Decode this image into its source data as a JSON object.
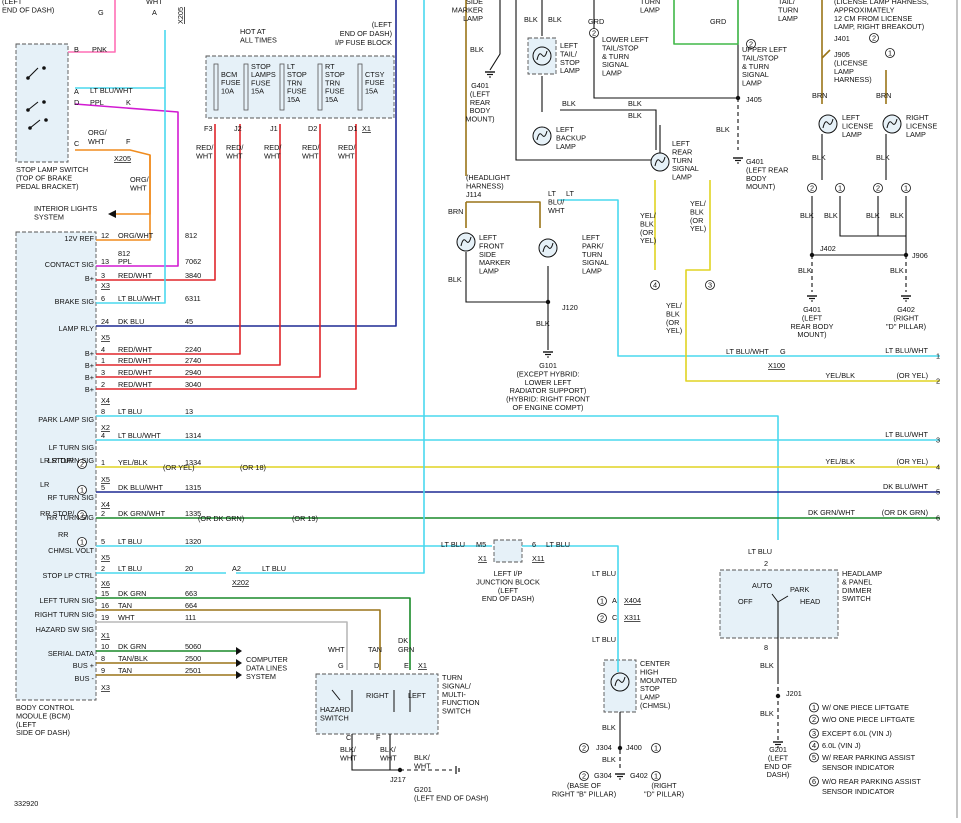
{
  "figure_id": "332920",
  "colors": {
    "red_wht": "#e0262b",
    "lt_blu": "#4ad8ee",
    "dk_blu": "#1f2a94",
    "pnk": "#ff6fb5",
    "ppl": "#d21ad2",
    "org_wht": "#f08c1e",
    "yel_blk": "#e0d422",
    "dk_grn": "#1a8a2a",
    "tan": "#9a7418",
    "wht": "#b9b9b9",
    "blk": "#111111",
    "lt_grn": "#40b848",
    "box_fill": "#e6f1f8"
  },
  "bcm": {
    "label": [
      "BODY CONTROL",
      "MODULE (BCM)",
      "(LEFT",
      "SIDE OF DASH)"
    ],
    "pins": [
      {
        "name": "12V REF",
        "pin": "12",
        "wire": "ORG/WHT",
        "circuit": "812"
      },
      {
        "name": "CONTACT SIG",
        "pin": "13",
        "wire": "PPL",
        "circuit": "7062"
      },
      {
        "name": "B+",
        "pin": "3",
        "wire": "RED/WHT",
        "circuit": "3840"
      },
      {
        "name": "BRAKE SIG",
        "pin": "6",
        "wire": "LT BLU/WHT",
        "circuit": "6311"
      },
      {
        "name": "LAMP RLY",
        "pin": "24",
        "wire": "DK BLU",
        "circuit": "45"
      },
      {
        "name": "B+",
        "pin": "4",
        "wire": "RED/WHT",
        "circuit": "2240"
      },
      {
        "name": "B+",
        "pin": "1",
        "wire": "RED/WHT",
        "circuit": "2740"
      },
      {
        "name": "B+",
        "pin": "3",
        "wire": "RED/WHT",
        "circuit": "2940"
      },
      {
        "name": "B+",
        "pin": "2",
        "wire": "RED/WHT",
        "circuit": "3040"
      },
      {
        "name": "PARK LAMP SIG",
        "pin": "8",
        "wire": "LT BLU",
        "circuit": "13"
      },
      {
        "name": "LF TURN SIG",
        "pin": "4",
        "wire": "LT BLU/WHT",
        "circuit": "1314"
      },
      {
        "name": "LR TURN SIG",
        "pin": "1",
        "wire": "YEL/BLK",
        "circuit": "1334"
      },
      {
        "name": "RF TURN SIG",
        "pin": "5",
        "wire": "DK BLU/WHT",
        "circuit": "1315"
      },
      {
        "name": "RR TURN SIG",
        "pin": "2",
        "wire": "DK GRN/WHT",
        "circuit": "1335"
      },
      {
        "name": "CHMSL VOLT",
        "pin": "5",
        "wire": "LT BLU",
        "circuit": "1320"
      },
      {
        "name": "STOP LP CTRL",
        "pin": "2",
        "wire": "LT BLU",
        "circuit": "20"
      },
      {
        "name": "LEFT TURN SIG",
        "pin": "15",
        "wire": "DK GRN",
        "circuit": "663"
      },
      {
        "name": "RIGHT TURN SIG",
        "pin": "16",
        "wire": "TAN",
        "circuit": "664"
      },
      {
        "name": "HAZARD SW SIG",
        "pin": "19",
        "wire": "WHT",
        "circuit": "111"
      },
      {
        "name": "SERIAL DATA",
        "pin": "10",
        "wire": "DK GRN",
        "circuit": "5060"
      },
      {
        "name": "BUS +",
        "pin": "8",
        "wire": "TAN/BLK",
        "circuit": "2500"
      },
      {
        "name": "BUS -",
        "pin": "9",
        "wire": "TAN",
        "circuit": "2501"
      }
    ],
    "connectors": [
      "X3",
      "X5",
      "X4",
      "X2",
      "X5",
      "X4",
      "X5",
      "X6",
      "X1",
      "X3"
    ],
    "alt_labels": {
      "lr_stop": "LR STOP/",
      "rr_stop": "RR STOP/",
      "lr": "LR",
      "rr": "RR",
      "turn_sig": "TURN SIG",
      "or_yel": "(OR YEL)",
      "or_18": "(OR 18)",
      "or_dk_grn": "(OR DK GRN)",
      "or_19": "(OR 19)"
    }
  },
  "fuse_block": {
    "title": [
      "HOT AT",
      "ALL TIMES"
    ],
    "location": [
      "(LEFT",
      "END OF DASH)",
      "I/P FUSE BLOCK"
    ],
    "fuses": [
      {
        "lines": [
          "BCM",
          "FUSE",
          "10A"
        ],
        "pin": "F3"
      },
      {
        "lines": [
          "STOP",
          "LAMPS",
          "FUSE",
          "15A"
        ],
        "pin": "J2"
      },
      {
        "lines": [
          "LT",
          "STOP",
          "TRN",
          "FUSE",
          "15A"
        ],
        "pin": "J1"
      },
      {
        "lines": [
          "RT",
          "STOP",
          "TRN",
          "FUSE",
          "15A"
        ],
        "pin": "D2"
      },
      {
        "lines": [
          "CTSY",
          "FUSE",
          "15A"
        ],
        "pin": "D1"
      }
    ],
    "connector": "X1",
    "wire": [
      "RED/",
      "WHT"
    ]
  },
  "stop_lamp_switch": {
    "label": [
      "STOP LAMP SWITCH",
      "(TOP OF BRAKE",
      "PEDAL BRACKET)"
    ],
    "pins": [
      {
        "pin": "B",
        "wire": "PNK"
      },
      {
        "pin": "A",
        "wire": "LT BLU/WHT"
      },
      {
        "pin": "D",
        "wire": "PPL",
        "to": "K"
      },
      {
        "pin": "C",
        "wire": "ORG/ WHT",
        "to": "F"
      }
    ],
    "connector": "X205",
    "top_wht": "WHT",
    "top_g": "G",
    "top_a": "A",
    "interior": [
      "INTERIOR LIGHTS",
      "SYSTEM"
    ],
    "org_wht": [
      "ORG/",
      "WHT"
    ]
  },
  "top_left_caption": [
    "(LEFT",
    "END OF DASH)"
  ],
  "front_lamps": {
    "harness": [
      "(HEADLIGHT",
      "HARNESS)",
      "J114"
    ],
    "side_marker": [
      "LEFT",
      "FRONT",
      "SIDE",
      "MARKER",
      "LAMP"
    ],
    "park_turn": [
      "LEFT",
      "PARK/",
      "TURN",
      "SIGNAL",
      "LAMP"
    ],
    "splice": "J120",
    "ground": [
      "G101",
      "(EXCEPT HYBRID:",
      "LOWER LEFT",
      "RADIATOR SUPPORT)",
      "(HYBRID: RIGHT FRONT",
      "OF ENGINE COMPT)"
    ],
    "wires": {
      "brn": "BRN",
      "blk": "BLK",
      "lt_blu_wht": [
        "LT",
        "BLU/",
        "WHT"
      ]
    }
  },
  "rear_left_lamps": {
    "side_marker_top": [
      "SIDE",
      "MARKER",
      "LAMP"
    ],
    "tail_stop": [
      "LEFT",
      "TAIL/",
      "STOP",
      "LAMP"
    ],
    "lower_left": [
      "LOWER LEFT",
      "TAIL/STOP",
      "& TURN",
      "SIGNAL",
      "LAMP"
    ],
    "upper_left": [
      "UPPER LEFT",
      "TAIL/STOP",
      "& TURN",
      "SIGNAL",
      "LAMP"
    ],
    "turn_lamp_top": [
      "TURN",
      "LAMP"
    ],
    "tail_turn_top": [
      "TAIL/",
      "TURN",
      "LAMP"
    ],
    "backup": [
      "LEFT",
      "BACKUP",
      "LAMP"
    ],
    "rear_turn": [
      "LEFT",
      "REAR",
      "TURN",
      "SIGNAL",
      "LAMP"
    ],
    "g401a": [
      "G401",
      "(LEFT",
      "REAR",
      "BODY",
      "MOUNT)"
    ],
    "g401b": [
      "G401",
      "(LEFT REAR",
      "BODY",
      "MOUNT)"
    ],
    "splice": "J405",
    "yel_blk_a": [
      "YEL/",
      "BLK",
      "(OR",
      "YEL)"
    ],
    "yel_blk_b": [
      "YEL/",
      "BLK",
      "(OR",
      "YEL)"
    ],
    "yel_blk_c": [
      "YEL/",
      "BLK",
      "(OR",
      "YEL)"
    ],
    "grd": "GRD",
    "lt_blu": "LT",
    "yel": "YEL"
  },
  "license": {
    "note": [
      "(LICENSE LAMP HARNESS,",
      "APPROXIMATELY",
      "12 CM FROM LICENSE",
      "LAMP, RIGHT BREAKOUT)"
    ],
    "j401": "J401",
    "j905": [
      "J905",
      "(LICENSE",
      "LAMP",
      "HARNESS)"
    ],
    "left": [
      "LEFT",
      "LICENSE",
      "LAMP"
    ],
    "right": [
      "RIGHT",
      "LICENSE",
      "LAMP"
    ],
    "j402": "J402",
    "j906": "J906",
    "g401": [
      "G401",
      "(LEFT",
      "REAR BODY",
      "MOUNT)"
    ],
    "g402": [
      "G402",
      "(RIGHT",
      "\"D\" PILLAR)"
    ]
  },
  "right_edge_wires": [
    {
      "text": "LT BLU/WHT",
      "num": "1"
    },
    {
      "text": "YEL/BLK",
      "alt": "(OR YEL)",
      "num": "2"
    },
    {
      "text": "LT BLU/WHT",
      "num": "3"
    },
    {
      "text": "YEL/BLK",
      "alt": "(OR YEL)",
      "num": "4"
    },
    {
      "text": "DK BLU/WHT",
      "num": "5"
    },
    {
      "text": "DK GRN/WHT",
      "alt": "(OR DK GRN)",
      "num": "6"
    }
  ],
  "x100": {
    "label": "X100",
    "pin": "G",
    "wire": "LT BLU/WHT"
  },
  "ip_junction": {
    "label": [
      "LEFT I/P",
      "JUNCTION BLOCK",
      "(LEFT",
      "END OF DASH)"
    ],
    "m5": "M5",
    "six": "6",
    "x1": "X1",
    "x11": "X11",
    "lt_blu": "LT BLU"
  },
  "x202": {
    "label": "X202",
    "pin": "A2",
    "wire": "LT BLU"
  },
  "chmsl": {
    "label": [
      "CENTER",
      "HIGH",
      "MOUNTED",
      "STOP",
      "LAMP",
      "(CHMSL)"
    ],
    "x404": "X404",
    "x311": "X311",
    "pin_a": "A",
    "pin_c": "C",
    "j304": "J304",
    "j400": "J400",
    "g304": [
      "G304",
      "(BASE OF",
      "RIGHT \"B\" PILLAR)"
    ],
    "g402": [
      "G402",
      "(RIGHT",
      "\"D\" PILLAR)"
    ]
  },
  "headlamp_switch": {
    "label": [
      "HEADLAMP",
      "& PANEL",
      "DIMMER",
      "SWITCH"
    ],
    "auto": "AUTO",
    "park": "PARK",
    "off": "OFF",
    "head": "HEAD",
    "j201": "J201",
    "g201": [
      "G201",
      "(LEFT",
      "END OF",
      "DASH)"
    ]
  },
  "turn_switch": {
    "label": [
      "TURN",
      "SIGNAL/",
      "MULTI-",
      "FUNCTION",
      "SWITCH"
    ],
    "hazard": [
      "HAZARD",
      "SWITCH"
    ],
    "right": "RIGHT",
    "left": "LEFT",
    "pins": [
      "G",
      "D",
      "E",
      "C",
      "F"
    ],
    "wires": [
      "WHT",
      "TAN",
      "DK",
      "GRN"
    ],
    "j217": "J217",
    "g201": [
      "G201",
      "(LEFT END OF DASH)"
    ]
  },
  "data_lines": [
    "COMPUTER",
    "DATA LINES",
    "SYSTEM"
  ],
  "legend": [
    {
      "n": "1",
      "text": "W/ ONE PIECE LIFTGATE"
    },
    {
      "n": "2",
      "text": "W/O ONE PIECE LIFTGATE"
    },
    {
      "n": "3",
      "text": "EXCEPT 6.0L (VIN J)"
    },
    {
      "n": "4",
      "text": "6.0L (VIN J)"
    },
    {
      "n": "5",
      "text": "W/ REAR PARKING ASSIST"
    },
    {
      "n": "",
      "text": "SENSOR INDICATOR"
    },
    {
      "n": "6",
      "text": "W/O REAR PARKING ASSIST"
    },
    {
      "n": "",
      "text": "SENSOR INDICATOR"
    }
  ]
}
